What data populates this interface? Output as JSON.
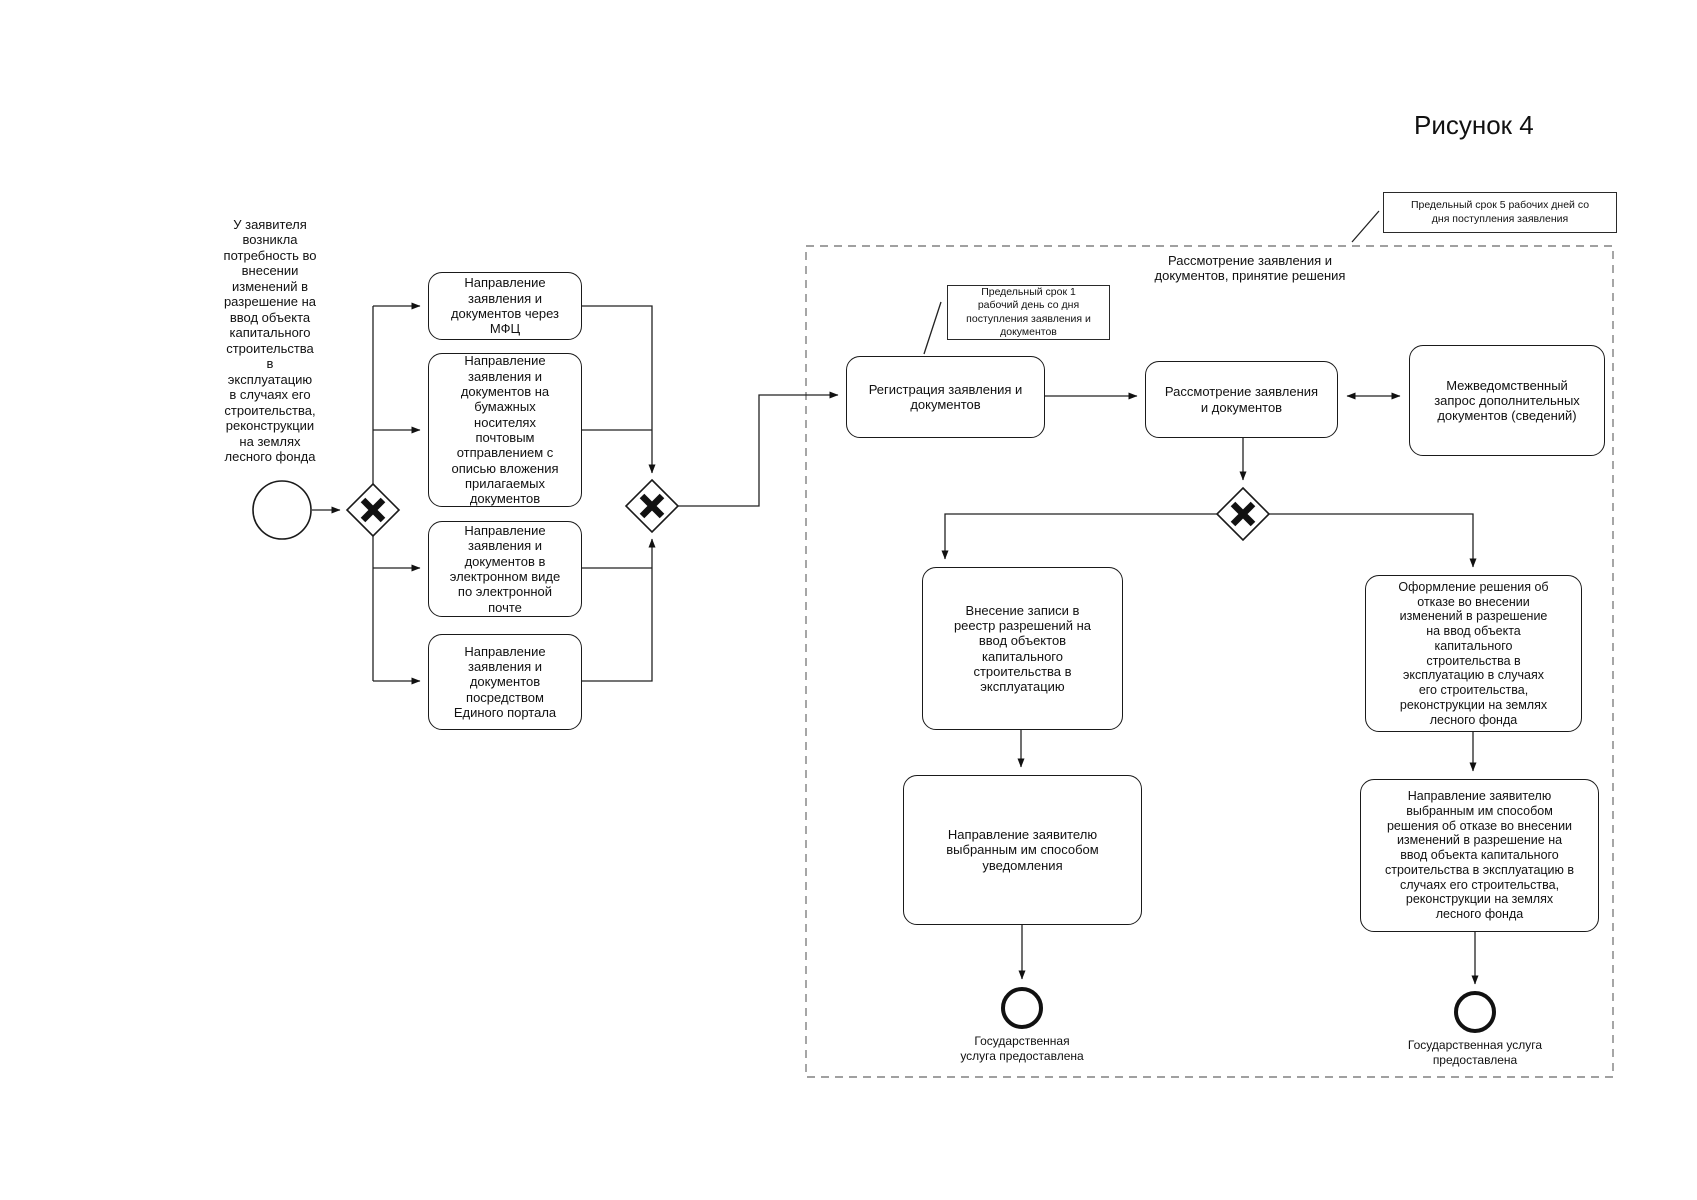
{
  "figure": {
    "label": "Рисунок 4"
  },
  "colors": {
    "stroke": "#1a1a1a",
    "container_dash": "#808080",
    "background": "#ffffff"
  },
  "start": {
    "annotation": "У заявителя\nвозникла\nпотребность во\nвнесении\nизменений в\nразрешение на\nввод объекта\nкапитального\nстроительства\nв\nэксплуатацию\nв случаях его\nстроительства,\nреконструкции\nна землях\nлесного фонда"
  },
  "submission": {
    "mfc": "Направление\nзаявления и\nдокументов через\nМФЦ",
    "paper": "Направление\nзаявления и\nдокументов на\nбумажных\nносителях\nпочтовым\nотправлением с\nописью вложения\nприлагаемых\nдокументов",
    "email": "Направление\nзаявления и\nдокументов в\nэлектронном виде\nпо электронной\nпочте",
    "portal": "Направление\nзаявления и\nдокументов\nпосредством\nЕдиного портала"
  },
  "subprocess": {
    "title": "Рассмотрение заявления и\nдокументов, принятие решения",
    "tasks": {
      "registration": "Регистрация заявления и\nдокументов",
      "review": "Рассмотрение заявления\nи документов",
      "interagency": "Межведомственный\nзапрос дополнительных\nдокументов (сведений)",
      "register_entry": "Внесение записи в\nреестр разрешений на\nввод объектов\nкапитального\nстроительства в\nэксплуатацию",
      "refusal_decision": "Оформление решения об\nотказе во внесении\nизменений в разрешение\nна ввод объекта\nкапитального\nстроительства в\nэксплуатацию в случаях\nего строительства,\nреконструкции на землях\nлесного фонда",
      "notify_approval": "Направление заявителю\nвыбранным им способом\nуведомления",
      "notify_refusal": "Направление заявителю\nвыбранным им способом\nрешения об отказе  во внесении\nизменений в разрешение на\nввод объекта капитального\nстроительства в эксплуатацию в\nслучаях его строительства,\nреконструкции на землях\nлесного фонда"
    },
    "ends": {
      "left": "Государственная\nуслуга предоставлена",
      "right": "Государственная услуга\nпредоставлена"
    }
  },
  "annotations": {
    "deadline_registration": "Предельный срок 1\nрабочий день со дня\nпоступления заявления и\nдокументов",
    "deadline_overall": "Предельный срок 5 рабочих дней со\nдня поступления заявления"
  }
}
